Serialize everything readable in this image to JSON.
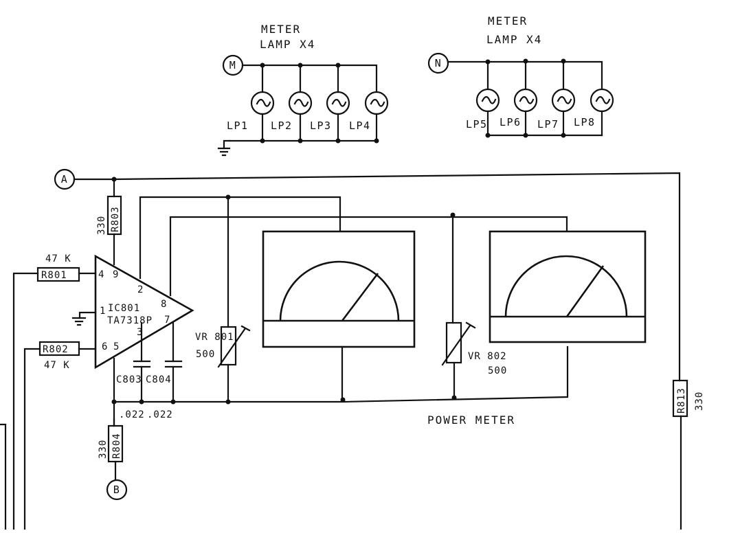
{
  "lamp_groups": [
    {
      "title_line1": "METER",
      "title_line2": "LAMP X4",
      "terminal": "M",
      "lamps": [
        "LP1",
        "LP2",
        "LP3",
        "LP4"
      ]
    },
    {
      "title_line1": "METER",
      "title_line2": "LAMP X4",
      "terminal": "N",
      "lamps": [
        "LP5",
        "LP6",
        "LP7",
        "LP8"
      ]
    }
  ],
  "terminals": {
    "a": "A",
    "b": "B"
  },
  "ic": {
    "ref": "IC801",
    "part": "TA7318P",
    "pins": {
      "p4": "4",
      "p9": "9",
      "p2": "2",
      "p1": "1",
      "p8": "8",
      "p3": "3",
      "p7": "7",
      "p6": "6",
      "p5": "5"
    }
  },
  "resistors": {
    "r801": {
      "ref": "R801",
      "value": "47 K"
    },
    "r802": {
      "ref": "R802",
      "value": "47 K"
    },
    "r803": {
      "ref": "R803",
      "value": "330"
    },
    "r804": {
      "ref": "R804",
      "value": "330"
    },
    "r813": {
      "ref": "R813",
      "value": "330"
    }
  },
  "capacitors": {
    "c803": {
      "ref": "C803",
      "value": ".022"
    },
    "c804": {
      "ref": "C804",
      "value": ".022"
    }
  },
  "pots": {
    "vr801": {
      "ref": "VR 801",
      "value": "500"
    },
    "vr802": {
      "ref": "VR 802",
      "value": "500"
    }
  },
  "power_meter_label": "POWER METER"
}
